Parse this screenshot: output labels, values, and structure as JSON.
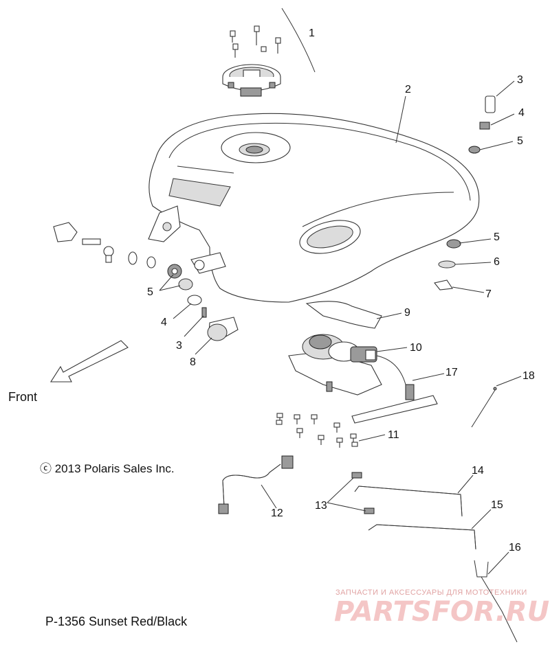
{
  "callouts": [
    {
      "id": "c1",
      "text": "1"
    },
    {
      "id": "c2",
      "text": "2"
    },
    {
      "id": "c3a",
      "text": "3"
    },
    {
      "id": "c4a",
      "text": "4"
    },
    {
      "id": "c5a",
      "text": "5"
    },
    {
      "id": "c5b",
      "text": "5"
    },
    {
      "id": "c6",
      "text": "6"
    },
    {
      "id": "c7",
      "text": "7"
    },
    {
      "id": "c9",
      "text": "9"
    },
    {
      "id": "c10",
      "text": "10"
    },
    {
      "id": "c17",
      "text": "17"
    },
    {
      "id": "c18",
      "text": "18"
    },
    {
      "id": "c5c",
      "text": "5"
    },
    {
      "id": "c4b",
      "text": "4"
    },
    {
      "id": "c3b",
      "text": "3"
    },
    {
      "id": "c8",
      "text": "8"
    },
    {
      "id": "c11",
      "text": "11"
    },
    {
      "id": "c14",
      "text": "14"
    },
    {
      "id": "c13",
      "text": "13"
    },
    {
      "id": "c12",
      "text": "12"
    },
    {
      "id": "c15",
      "text": "15"
    },
    {
      "id": "c16",
      "text": "16"
    }
  ],
  "direction_label": "Front",
  "copyright": "ⓒ 2013 Polaris Sales Inc.",
  "drawing_code": "P-1356 Sunset Red/Black",
  "watermark": {
    "tagline": "ЗАПЧАСТИ И АКСЕССУАРЫ ДЛЯ МОТОТЕХНИКИ",
    "logo": "PARTSFOR.RU"
  }
}
